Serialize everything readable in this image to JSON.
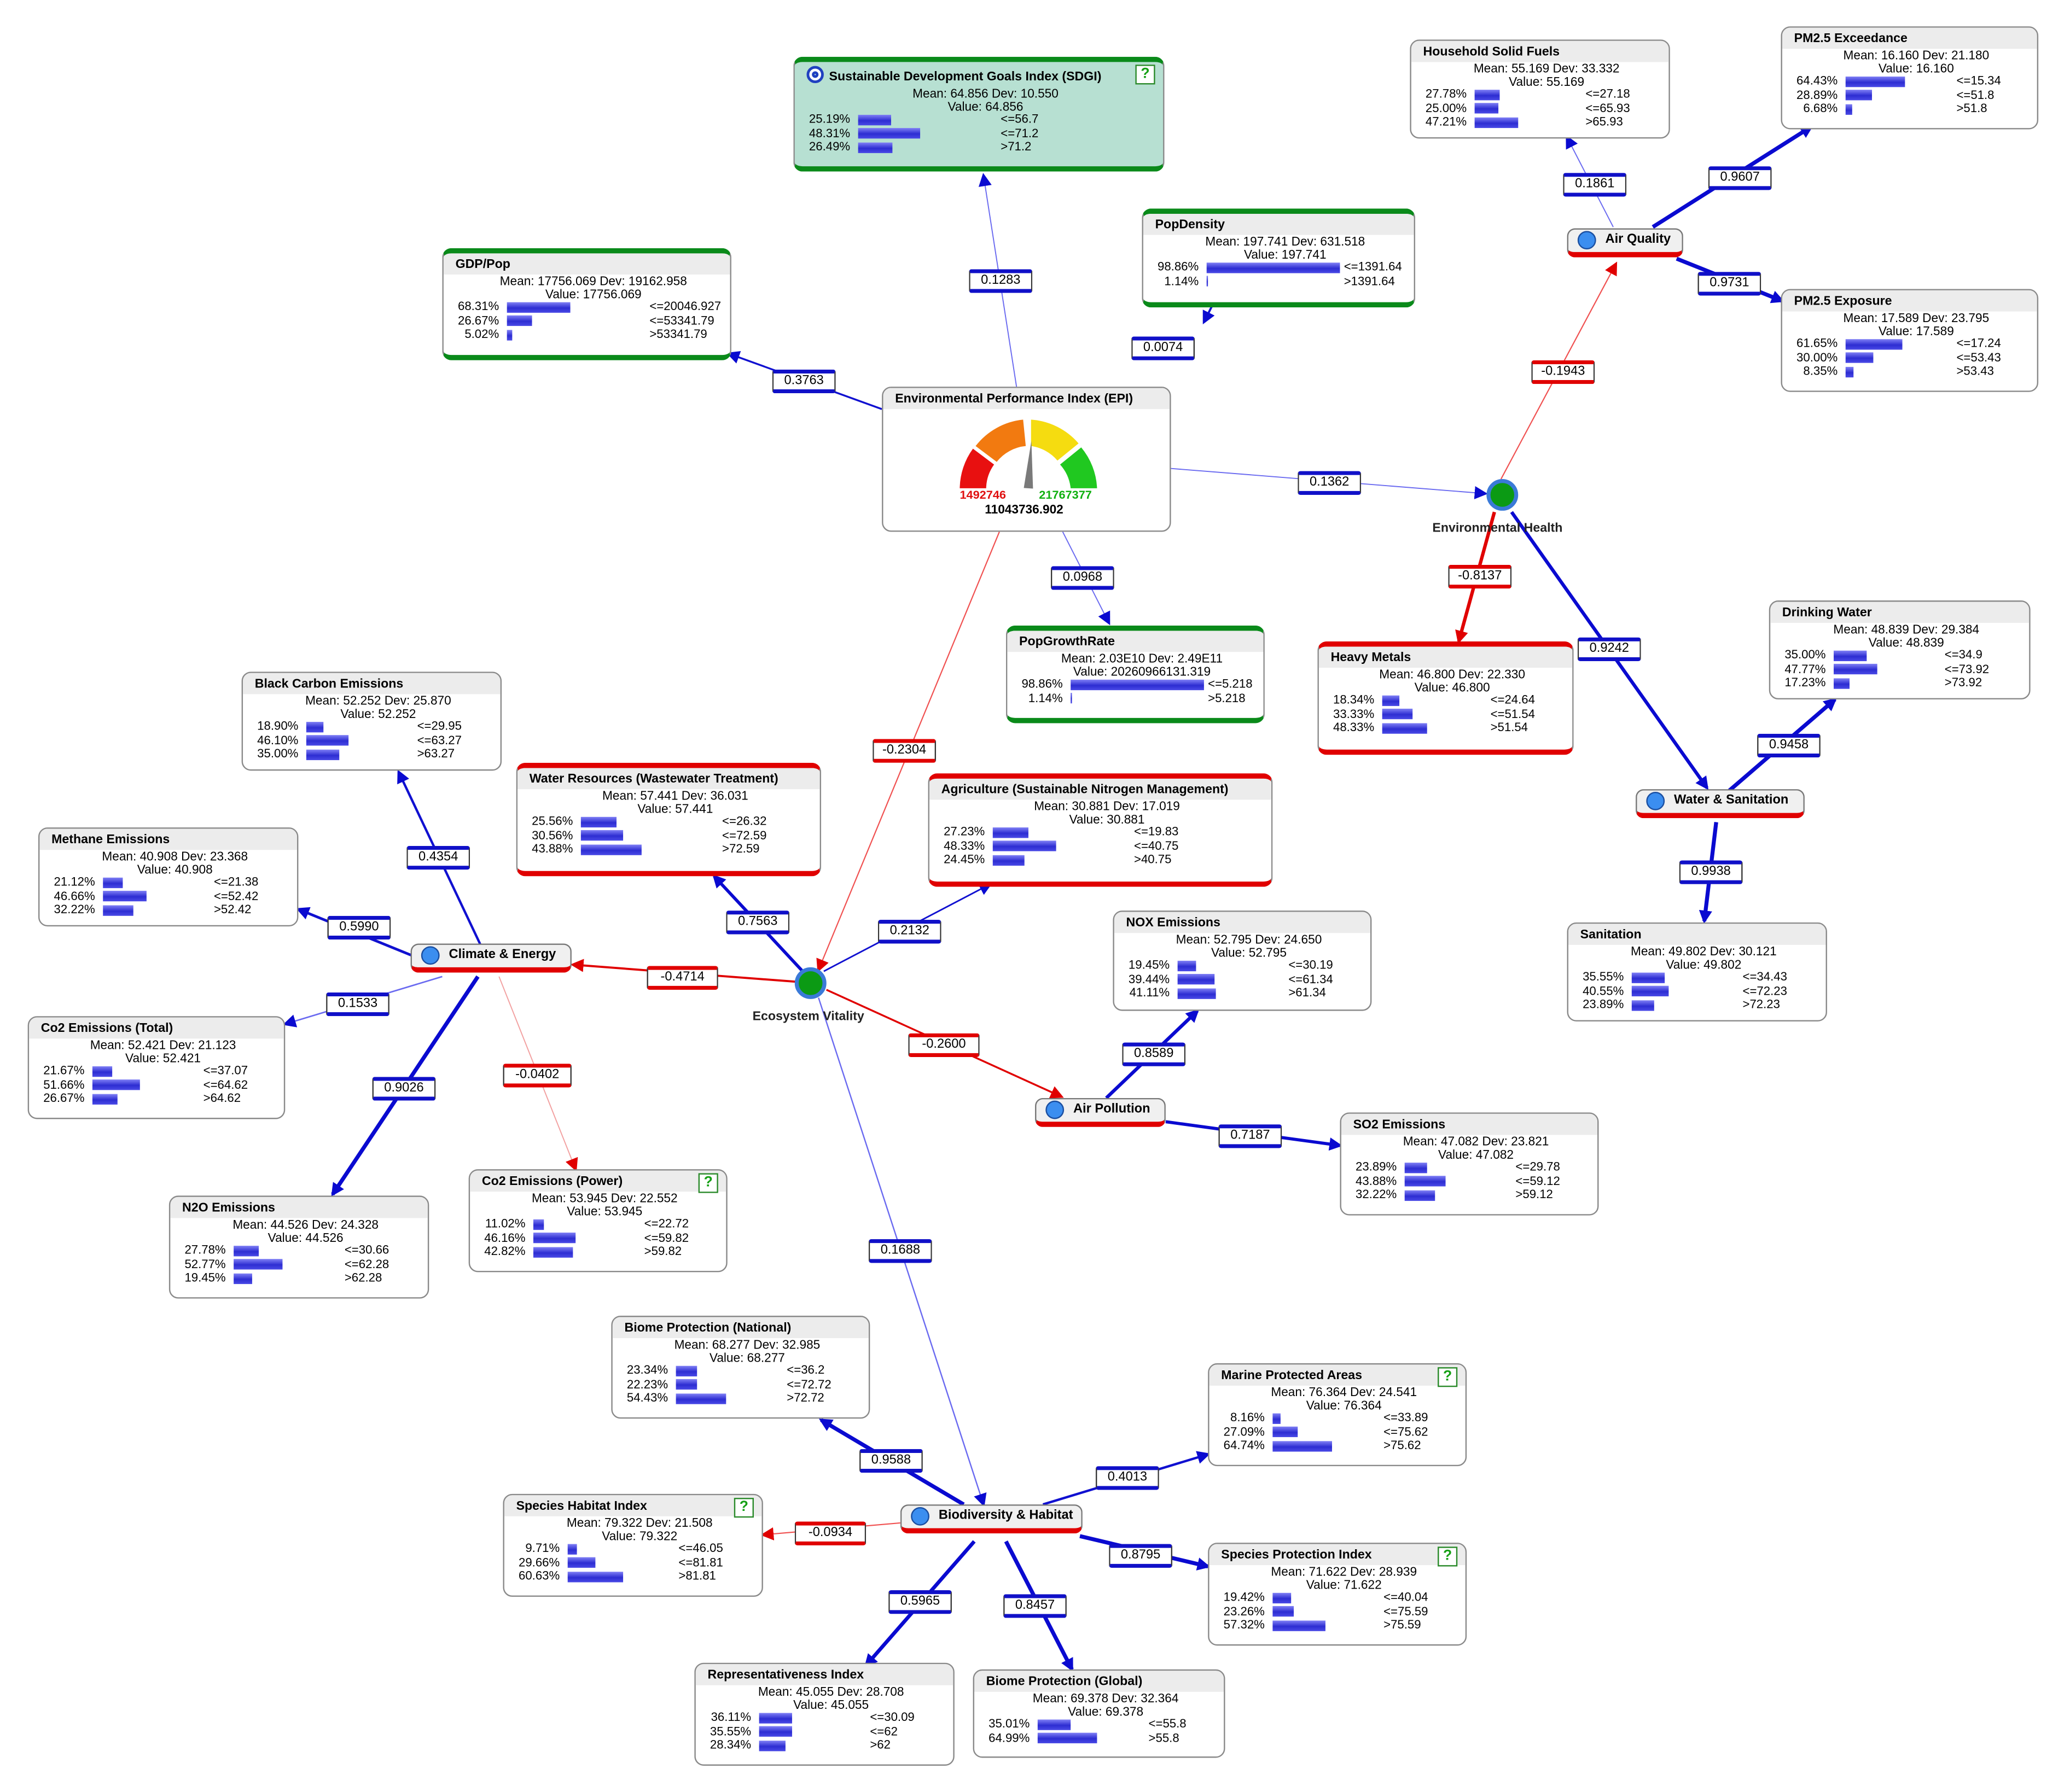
{
  "nodes": [
    {
      "id": "sdgi",
      "title": "Sustainable Development Goals Index (SDGI)",
      "stats": "Mean: 64.856 Dev: 10.550",
      "value": "Value: 64.856",
      "bins": [
        {
          "pct": "25.19%",
          "thr": "<=56.7",
          "f": 0.2519
        },
        {
          "pct": "48.31%",
          "thr": "<=71.2",
          "f": 0.4831
        },
        {
          "pct": "26.49%",
          "thr": ">71.2",
          "f": 0.2649
        }
      ],
      "help": "?"
    },
    {
      "id": "gdppop",
      "title": "GDP/Pop",
      "stats": "Mean: 17756.069 Dev: 19162.958",
      "value": "Value: 17756.069",
      "bins": [
        {
          "pct": "68.31%",
          "thr": "<=20046.927",
          "f": 0.6831
        },
        {
          "pct": "26.67%",
          "thr": "<=53341.79",
          "f": 0.2667
        },
        {
          "pct": "5.02%",
          "thr": ">53341.79",
          "f": 0.0502
        }
      ]
    },
    {
      "id": "popdensity",
      "title": "PopDensity",
      "stats": "Mean: 197.741 Dev: 631.518",
      "value": "Value: 197.741",
      "bins": [
        {
          "pct": "98.86%",
          "thr": "<=1391.64",
          "f": 0.9886
        },
        {
          "pct": "1.14%",
          "thr": ">1391.64",
          "f": 0.0114
        }
      ]
    },
    {
      "id": "popgrowth",
      "title": "PopGrowthRate",
      "stats": "Mean: 2.03E10 Dev: 2.49E11",
      "value": "Value: 20260966131.319",
      "bins": [
        {
          "pct": "98.86%",
          "thr": "<=5.218",
          "f": 0.9886
        },
        {
          "pct": "1.14%",
          "thr": ">5.218",
          "f": 0.0114
        }
      ]
    },
    {
      "id": "hsf",
      "title": "Household Solid Fuels",
      "stats": "Mean: 55.169 Dev: 33.332",
      "value": "Value: 55.169",
      "bins": [
        {
          "pct": "27.78%",
          "thr": "<=27.18",
          "f": 0.2778
        },
        {
          "pct": "25.00%",
          "thr": "<=65.93",
          "f": 0.25
        },
        {
          "pct": "47.21%",
          "thr": ">65.93",
          "f": 0.4721
        }
      ]
    },
    {
      "id": "pm25ex",
      "title": "PM2.5 Exceedance",
      "stats": "Mean: 16.160 Dev: 21.180",
      "value": "Value: 16.160",
      "bins": [
        {
          "pct": "64.43%",
          "thr": "<=15.34",
          "f": 0.6443
        },
        {
          "pct": "28.89%",
          "thr": "<=51.8",
          "f": 0.2889
        },
        {
          "pct": "6.68%",
          "thr": ">51.8",
          "f": 0.0668
        }
      ]
    },
    {
      "id": "pm25exp",
      "title": "PM2.5 Exposure",
      "stats": "Mean: 17.589 Dev: 23.795",
      "value": "Value: 17.589",
      "bins": [
        {
          "pct": "61.65%",
          "thr": "<=17.24",
          "f": 0.6165
        },
        {
          "pct": "30.00%",
          "thr": "<=53.43",
          "f": 0.3
        },
        {
          "pct": "8.35%",
          "thr": ">53.43",
          "f": 0.0835
        }
      ]
    },
    {
      "id": "heavy",
      "title": "Heavy Metals",
      "stats": "Mean: 46.800 Dev: 22.330",
      "value": "Value: 46.800",
      "bins": [
        {
          "pct": "18.34%",
          "thr": "<=24.64",
          "f": 0.1834
        },
        {
          "pct": "33.33%",
          "thr": "<=51.54",
          "f": 0.3333
        },
        {
          "pct": "48.33%",
          "thr": ">51.54",
          "f": 0.4833
        }
      ]
    },
    {
      "id": "drink",
      "title": "Drinking Water",
      "stats": "Mean: 48.839 Dev: 29.384",
      "value": "Value: 48.839",
      "bins": [
        {
          "pct": "35.00%",
          "thr": "<=34.9",
          "f": 0.35
        },
        {
          "pct": "47.77%",
          "thr": "<=73.92",
          "f": 0.4777
        },
        {
          "pct": "17.23%",
          "thr": ">73.92",
          "f": 0.1723
        }
      ]
    },
    {
      "id": "sanit",
      "title": "Sanitation",
      "stats": "Mean: 49.802 Dev: 30.121",
      "value": "Value: 49.802",
      "bins": [
        {
          "pct": "35.55%",
          "thr": "<=34.43",
          "f": 0.3555
        },
        {
          "pct": "40.55%",
          "thr": "<=72.23",
          "f": 0.4055
        },
        {
          "pct": "23.89%",
          "thr": ">72.23",
          "f": 0.2389
        }
      ]
    },
    {
      "id": "bce",
      "title": "Black Carbon Emissions",
      "stats": "Mean: 52.252 Dev: 25.870",
      "value": "Value: 52.252",
      "bins": [
        {
          "pct": "18.90%",
          "thr": "<=29.95",
          "f": 0.189
        },
        {
          "pct": "46.10%",
          "thr": "<=63.27",
          "f": 0.461
        },
        {
          "pct": "35.00%",
          "thr": ">63.27",
          "f": 0.35
        }
      ]
    },
    {
      "id": "water",
      "title": "Water Resources (Wastewater Treatment)",
      "stats": "Mean: 57.441 Dev: 36.031",
      "value": "Value: 57.441",
      "bins": [
        {
          "pct": "25.56%",
          "thr": "<=26.32",
          "f": 0.2556
        },
        {
          "pct": "30.56%",
          "thr": "<=72.59",
          "f": 0.3056
        },
        {
          "pct": "43.88%",
          "thr": ">72.59",
          "f": 0.4388
        }
      ]
    },
    {
      "id": "agri",
      "title": "Agriculture (Sustainable Nitrogen Management)",
      "stats": "Mean: 30.881 Dev: 17.019",
      "value": "Value: 30.881",
      "bins": [
        {
          "pct": "27.23%",
          "thr": "<=19.83",
          "f": 0.2723
        },
        {
          "pct": "48.33%",
          "thr": "<=40.75",
          "f": 0.4833
        },
        {
          "pct": "24.45%",
          "thr": ">40.75",
          "f": 0.2445
        }
      ]
    },
    {
      "id": "methane",
      "title": "Methane Emissions",
      "stats": "Mean: 40.908 Dev: 23.368",
      "value": "Value: 40.908",
      "bins": [
        {
          "pct": "21.12%",
          "thr": "<=21.38",
          "f": 0.2112
        },
        {
          "pct": "46.66%",
          "thr": "<=52.42",
          "f": 0.4666
        },
        {
          "pct": "32.22%",
          "thr": ">52.42",
          "f": 0.3222
        }
      ]
    },
    {
      "id": "nox",
      "title": "NOX Emissions",
      "stats": "Mean: 52.795 Dev: 24.650",
      "value": "Value: 52.795",
      "bins": [
        {
          "pct": "19.45%",
          "thr": "<=30.19",
          "f": 0.1945
        },
        {
          "pct": "39.44%",
          "thr": "<=61.34",
          "f": 0.3944
        },
        {
          "pct": "41.11%",
          "thr": ">61.34",
          "f": 0.4111
        }
      ]
    },
    {
      "id": "co2t",
      "title": "Co2 Emissions (Total)",
      "stats": "Mean: 52.421 Dev: 21.123",
      "value": "Value: 52.421",
      "bins": [
        {
          "pct": "21.67%",
          "thr": "<=37.07",
          "f": 0.2167
        },
        {
          "pct": "51.66%",
          "thr": "<=64.62",
          "f": 0.5166
        },
        {
          "pct": "26.67%",
          "thr": ">64.62",
          "f": 0.2667
        }
      ]
    },
    {
      "id": "so2",
      "title": "SO2 Emissions",
      "stats": "Mean: 47.082 Dev: 23.821",
      "value": "Value: 47.082",
      "bins": [
        {
          "pct": "23.89%",
          "thr": "<=29.78",
          "f": 0.2389
        },
        {
          "pct": "43.88%",
          "thr": "<=59.12",
          "f": 0.4388
        },
        {
          "pct": "32.22%",
          "thr": ">59.12",
          "f": 0.3222
        }
      ]
    },
    {
      "id": "co2p",
      "title": "Co2 Emissions (Power)",
      "stats": "Mean: 53.945 Dev: 22.552",
      "value": "Value: 53.945",
      "bins": [
        {
          "pct": "11.02%",
          "thr": "<=22.72",
          "f": 0.1102
        },
        {
          "pct": "46.16%",
          "thr": "<=59.82",
          "f": 0.4616
        },
        {
          "pct": "42.82%",
          "thr": ">59.82",
          "f": 0.4282
        }
      ],
      "help": "?"
    },
    {
      "id": "n2o",
      "title": "N2O Emissions",
      "stats": "Mean: 44.526 Dev: 24.328",
      "value": "Value: 44.526",
      "bins": [
        {
          "pct": "27.78%",
          "thr": "<=30.66",
          "f": 0.2778
        },
        {
          "pct": "52.77%",
          "thr": "<=62.28",
          "f": 0.5277
        },
        {
          "pct": "19.45%",
          "thr": ">62.28",
          "f": 0.1945
        }
      ]
    },
    {
      "id": "biomen",
      "title": "Biome Protection (National)",
      "stats": "Mean: 68.277 Dev: 32.985",
      "value": "Value: 68.277",
      "bins": [
        {
          "pct": "23.34%",
          "thr": "<=36.2",
          "f": 0.2334
        },
        {
          "pct": "22.23%",
          "thr": "<=72.72",
          "f": 0.2223
        },
        {
          "pct": "54.43%",
          "thr": ">72.72",
          "f": 0.5443
        }
      ]
    },
    {
      "id": "marine",
      "title": "Marine Protected Areas",
      "stats": "Mean: 76.364 Dev: 24.541",
      "value": "Value: 76.364",
      "bins": [
        {
          "pct": "8.16%",
          "thr": "<=33.89",
          "f": 0.0816
        },
        {
          "pct": "27.09%",
          "thr": "<=75.62",
          "f": 0.2709
        },
        {
          "pct": "64.74%",
          "thr": ">75.62",
          "f": 0.6474
        }
      ],
      "help": "?"
    },
    {
      "id": "shi",
      "title": "Species Habitat Index",
      "stats": "Mean: 79.322 Dev: 21.508",
      "value": "Value: 79.322",
      "bins": [
        {
          "pct": "9.71%",
          "thr": "<=46.05",
          "f": 0.0971
        },
        {
          "pct": "29.66%",
          "thr": "<=81.81",
          "f": 0.2966
        },
        {
          "pct": "60.63%",
          "thr": ">81.81",
          "f": 0.6063
        }
      ],
      "help": "?"
    },
    {
      "id": "spi",
      "title": "Species Protection Index",
      "stats": "Mean: 71.622 Dev: 28.939",
      "value": "Value: 71.622",
      "bins": [
        {
          "pct": "19.42%",
          "thr": "<=40.04",
          "f": 0.1942
        },
        {
          "pct": "23.26%",
          "thr": "<=75.59",
          "f": 0.2326
        },
        {
          "pct": "57.32%",
          "thr": ">75.59",
          "f": 0.5732
        }
      ],
      "help": "?"
    },
    {
      "id": "repr",
      "title": "Representativeness Index",
      "stats": "Mean: 45.055 Dev: 28.708",
      "value": "Value: 45.055",
      "bins": [
        {
          "pct": "36.11%",
          "thr": "<=30.09",
          "f": 0.3611
        },
        {
          "pct": "35.55%",
          "thr": "<=62",
          "f": 0.3555
        },
        {
          "pct": "28.34%",
          "thr": ">62",
          "f": 0.2834
        }
      ]
    },
    {
      "id": "biomeg",
      "title": "Biome Protection (Global)",
      "stats": "Mean: 69.378 Dev: 32.364",
      "value": "Value: 69.378",
      "bins": [
        {
          "pct": "35.01%",
          "thr": "<=55.8",
          "f": 0.3501
        },
        {
          "pct": "64.99%",
          "thr": ">55.8",
          "f": 0.6499
        }
      ]
    }
  ],
  "epi": {
    "title": "Environmental Performance Index (EPI)",
    "min": "1492746",
    "max": "21767377",
    "value": "11043736.902",
    "needle": 0.52
  },
  "hubs": [
    {
      "id": "airq",
      "label": "Air Quality"
    },
    {
      "id": "ws",
      "label": "Water & Sanitation"
    },
    {
      "id": "ce",
      "label": "Climate & Energy"
    },
    {
      "id": "airp",
      "label": "Air Pollution"
    },
    {
      "id": "bh",
      "label": "Biodiversity & Habitat"
    }
  ],
  "groups": [
    {
      "id": "envh",
      "label": "Environmental Health"
    },
    {
      "id": "ecov",
      "label": "Ecosystem Vitality"
    }
  ],
  "edges": [
    {
      "label": "0.1283",
      "color": "blue"
    },
    {
      "label": "0.3763",
      "color": "blue"
    },
    {
      "label": "0.0074",
      "color": "blue"
    },
    {
      "label": "0.0968",
      "color": "blue"
    },
    {
      "label": "0.1362",
      "color": "blue"
    },
    {
      "label": "-0.2304",
      "color": "red"
    },
    {
      "label": "0.1861",
      "color": "blue"
    },
    {
      "label": "0.9607",
      "color": "blue"
    },
    {
      "label": "0.9731",
      "color": "blue"
    },
    {
      "label": "-0.1943",
      "color": "red"
    },
    {
      "label": "-0.8137",
      "color": "red"
    },
    {
      "label": "0.9242",
      "color": "blue"
    },
    {
      "label": "0.9458",
      "color": "blue"
    },
    {
      "label": "0.9938",
      "color": "blue"
    },
    {
      "label": "0.4354",
      "color": "blue"
    },
    {
      "label": "0.5990",
      "color": "blue"
    },
    {
      "label": "0.1533",
      "color": "blue"
    },
    {
      "label": "0.9026",
      "color": "blue"
    },
    {
      "label": "-0.0402",
      "color": "red"
    },
    {
      "label": "-0.4714",
      "color": "red"
    },
    {
      "label": "0.7563",
      "color": "blue"
    },
    {
      "label": "0.2132",
      "color": "blue"
    },
    {
      "label": "-0.2600",
      "color": "red"
    },
    {
      "label": "0.8589",
      "color": "blue"
    },
    {
      "label": "0.7187",
      "color": "blue"
    },
    {
      "label": "0.1688",
      "color": "blue"
    },
    {
      "label": "0.9588",
      "color": "blue"
    },
    {
      "label": "0.4013",
      "color": "blue"
    },
    {
      "label": "-0.0934",
      "color": "red"
    },
    {
      "label": "0.8795",
      "color": "blue"
    },
    {
      "label": "0.5965",
      "color": "blue"
    },
    {
      "label": "0.8457",
      "color": "blue"
    }
  ],
  "colors": {
    "blue": "#0a0ad0",
    "red": "#e00000",
    "green": "#0a8a1a",
    "bar": "#3b3bd8"
  }
}
